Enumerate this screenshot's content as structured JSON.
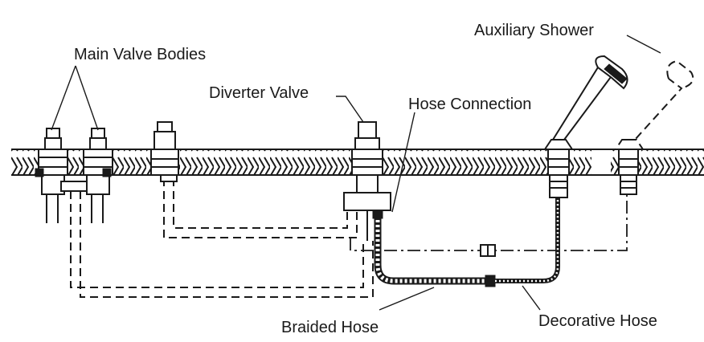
{
  "labels": {
    "main_valve_bodies": "Main Valve Bodies",
    "diverter_valve": "Diverter Valve",
    "hose_connection": "Hose Connection",
    "auxiliary_shower": "Auxiliary Shower",
    "braided_hose": "Braided Hose",
    "decorative_hose": "Decorative Hose"
  },
  "colors": {
    "ink": "#1a1a1a",
    "background": "#ffffff"
  }
}
